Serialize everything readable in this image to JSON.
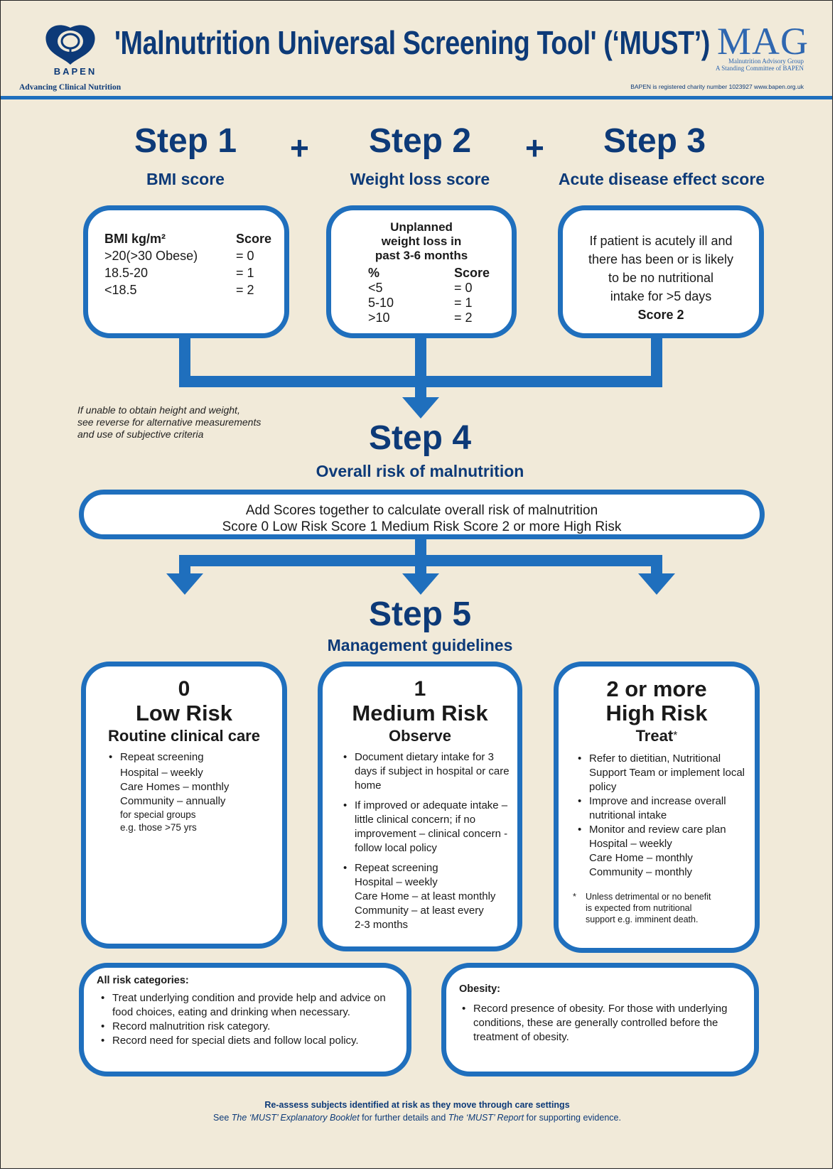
{
  "header": {
    "org": "BAPEN",
    "tagline": "Advancing Clinical Nutrition",
    "title": "'Malnutrition Universal Screening Tool' (‘MUST’)",
    "mag": "MAG",
    "mag_line1": "Malnutrition Advisory Group",
    "mag_line2": "A Standing Committee of BAPEN",
    "charity": "BAPEN is registered charity number 1023927   www.bapen.org.uk"
  },
  "symbols": {
    "plus": "+"
  },
  "step1": {
    "heading": "Step 1",
    "subtitle": "BMI score",
    "col1": "BMI kg/m²",
    "col2": "Score",
    "rows": [
      {
        "range": ">20(>30 Obese)",
        "score": "= 0"
      },
      {
        "range": "18.5-20",
        "score": "= 1"
      },
      {
        "range": "<18.5",
        "score": "= 2"
      }
    ]
  },
  "step2": {
    "heading": "Step 2",
    "subtitle": "Weight loss score",
    "box_title": [
      "Unplanned",
      "weight loss in",
      "past 3-6 months"
    ],
    "col1": "%",
    "col2": "Score",
    "rows": [
      {
        "range": "<5",
        "score": "= 0"
      },
      {
        "range": "5-10",
        "score": "= 1"
      },
      {
        "range": ">10",
        "score": "= 2"
      }
    ]
  },
  "step3": {
    "heading": "Step 3",
    "subtitle": "Acute disease effect score",
    "lines": [
      "If patient is acutely ill and",
      "there has been or is likely",
      "to be no nutritional",
      "intake for >5 days"
    ],
    "score": "Score 2"
  },
  "note": [
    "If unable to obtain height and weight,",
    "see reverse for alternative measurements",
    "and use of subjective criteria"
  ],
  "step4": {
    "heading": "Step 4",
    "subtitle": "Overall risk of malnutrition",
    "line1": "Add Scores together to calculate overall risk of malnutrition",
    "line2": "Score 0 Low Risk   Score 1 Medium Risk   Score 2 or more High Risk"
  },
  "step5": {
    "heading": "Step 5",
    "subtitle": "Management guidelines",
    "low": {
      "score": "0",
      "risk": "Low Risk",
      "action": "Routine clinical care",
      "bullet": "Repeat screening",
      "schedule": [
        "Hospital – weekly",
        "Care Homes – monthly",
        "Community – annually",
        "for special groups",
        "e.g. those >75 yrs"
      ]
    },
    "medium": {
      "score": "1",
      "risk": "Medium Risk",
      "action": "Observe",
      "bullets": [
        "Document dietary intake for 3 days if subject in hospital or care home",
        "If improved or adequate intake – little clinical concern; if no improvement – clinical concern - follow local policy"
      ],
      "repeat": [
        "Repeat screening",
        "Hospital – weekly",
        "Care Home – at least monthly",
        "Community – at least every",
        "2-3 months"
      ]
    },
    "high": {
      "score": "2 or more",
      "risk": "High Risk",
      "action": "Treat",
      "action_mark": "*",
      "bullets": [
        "Refer to dietitian, Nutritional Support Team or implement local policy",
        "Improve and increase overall nutritional intake"
      ],
      "monitor": [
        "Monitor and review care plan",
        "Hospital – weekly",
        "Care Home – monthly",
        "Community – monthly"
      ],
      "footnote": [
        "Unless detrimental or no benefit",
        "is expected from nutritional",
        "support e.g. imminent death."
      ]
    }
  },
  "all_risk": {
    "title": "All risk categories:",
    "bullets": [
      "Treat underlying condition and provide help and advice on food choices, eating and drinking when necessary.",
      "Record malnutrition risk category.",
      "Record need for special diets and follow local policy."
    ]
  },
  "obesity": {
    "title": "Obesity:",
    "bullet": "Record presence of obesity. For those with underlying conditions, these are generally controlled before the treatment of obesity."
  },
  "footer": {
    "line1": "Re-assess subjects identified at risk as they move through care settings",
    "see": "See ",
    "booklet": "The ‘MUST’ Explanatory Booklet",
    "mid": " for further details and ",
    "report": "The ‘MUST’ Report",
    "end": " for supporting evidence."
  },
  "colors": {
    "navy": "#0d3a78",
    "accent_blue": "#1f6fbd",
    "background": "#f1ead9",
    "box_fill": "#ffffff"
  }
}
